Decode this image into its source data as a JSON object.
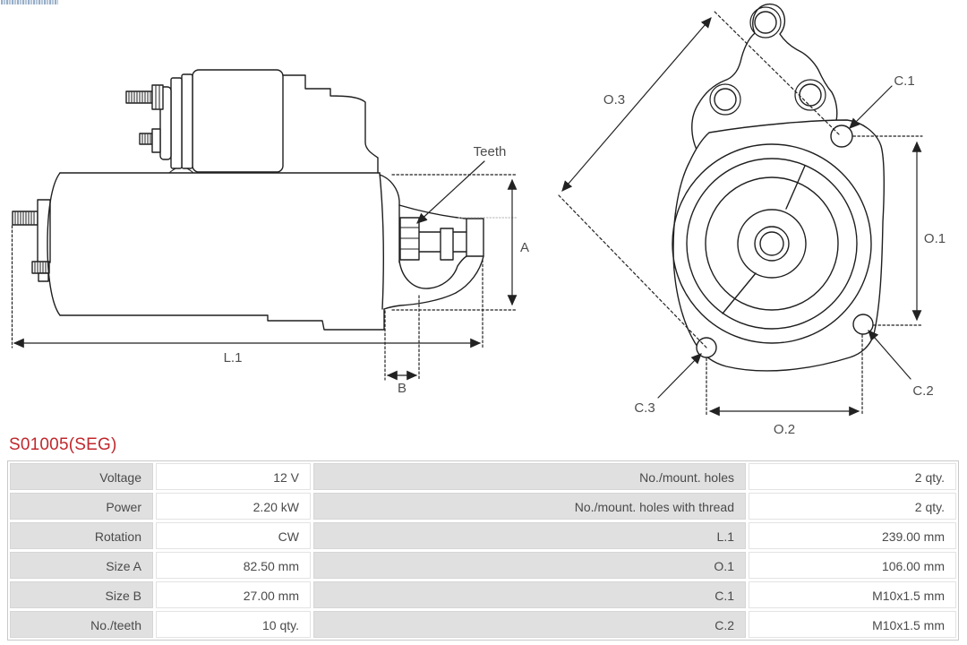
{
  "title": "S01005(SEG)",
  "drawings": {
    "side_view": {
      "teeth_label": "Teeth",
      "dim_a": "A",
      "dim_l1": "L.1",
      "dim_b": "B"
    },
    "front_view": {
      "dim_o3": "O.3",
      "dim_c1": "C.1",
      "dim_o1": "O.1",
      "dim_c3": "C.3",
      "dim_c2": "C.2",
      "dim_o2": "O.2"
    }
  },
  "spec_table": {
    "rows": [
      {
        "label_left": "Voltage",
        "value_left": "12 V",
        "label_right": "No./mount. holes",
        "value_right": "2 qty."
      },
      {
        "label_left": "Power",
        "value_left": "2.20 kW",
        "label_right": "No./mount. holes with thread",
        "value_right": "2 qty."
      },
      {
        "label_left": "Rotation",
        "value_left": "CW",
        "label_right": "L.1",
        "value_right": "239.00 mm"
      },
      {
        "label_left": "Size A",
        "value_left": "82.50 mm",
        "label_right": "O.1",
        "value_right": "106.00 mm"
      },
      {
        "label_left": "Size B",
        "value_left": "27.00 mm",
        "label_right": "C.1",
        "value_right": "M10x1.5 mm"
      },
      {
        "label_left": "No./teeth",
        "value_left": "10 qty.",
        "label_right": "C.2",
        "value_right": "M10x1.5 mm"
      }
    ]
  },
  "colors": {
    "part_number_red": "#c0282d",
    "table_label_bg": "#e0e0e0",
    "table_border": "#c9c9c9",
    "drawing_line": "#1f1f1f",
    "dim_label_text": "#4d4d4d"
  }
}
